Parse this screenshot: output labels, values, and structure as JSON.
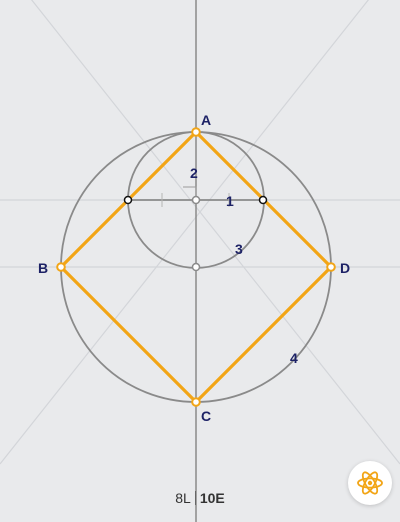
{
  "points": {
    "A": "A",
    "B": "B",
    "C": "C",
    "D": "D"
  },
  "construction_labels": {
    "segment": "1",
    "perpendicular": "2",
    "small_circle": "3",
    "big_circle": "4"
  },
  "score": {
    "lines": "8L",
    "elements": "10E"
  },
  "hint_button": {
    "icon": "atom-icon"
  },
  "colors": {
    "background": "#e9eaec",
    "guide_lines": "#d2d4d8",
    "construction": "#8a8a8a",
    "square": "#f2a516",
    "labels": "#1d2266"
  }
}
